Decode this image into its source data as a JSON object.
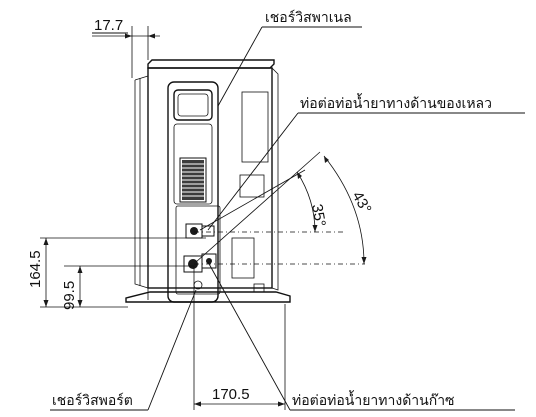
{
  "dimensions": {
    "top_offset": "17.7",
    "height_1": "164.5",
    "height_2": "99.5",
    "width_bottom": "170.5",
    "angle_1": "35°",
    "angle_2": "43°"
  },
  "labels": {
    "panel_screw": "เชอร์วิสพาเนล",
    "liquid_pipe": "ท่อต่อท่อน้ำยาทางด้านของเหลว",
    "port_screw": "เชอร์วิสพอร์ต",
    "gas_pipe": "ท่อต่อท่อน้ำยาทางด้านก๊าซ"
  }
}
